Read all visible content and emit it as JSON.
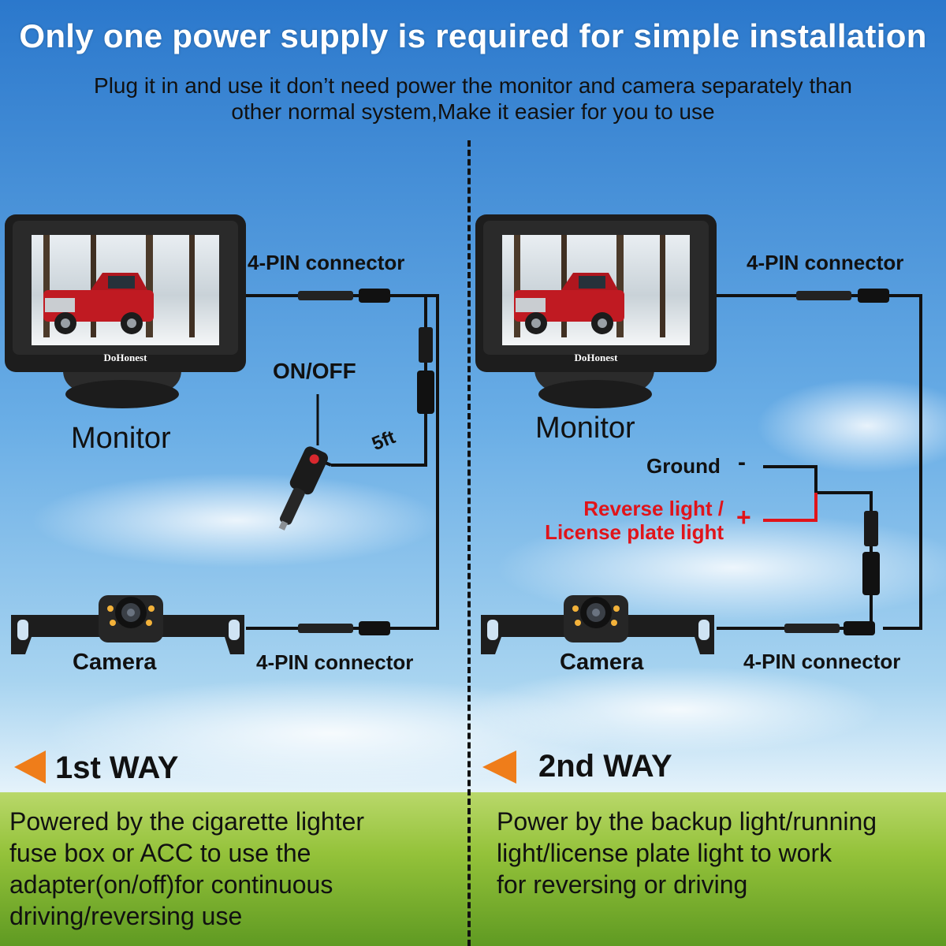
{
  "header": {
    "headline": "Only one power supply is required for simple installation",
    "subtitle_line1": "Plug it in and use it don’t need power the monitor and camera separately than",
    "subtitle_line2": "other normal system,Make it easier for you to use"
  },
  "brand": "DoHonest",
  "colors": {
    "sky_top": "#2f7fd0",
    "sky_mid": "#8fc6ea",
    "grass": "#9cc63c",
    "accent_orange": "#ef7d1a",
    "wire": "#111111",
    "positive_wire": "#e0141a"
  },
  "left_panel": {
    "monitor_label": "Monitor",
    "connector_top": "4-PIN connector",
    "switch_label": "ON/OFF",
    "cable_length": "5ft",
    "camera_label": "Camera",
    "connector_bottom": "4-PIN connector",
    "way_title": "1st WAY",
    "description": [
      "Powered by the cigarette lighter",
      "fuse box or ACC to use the",
      "adapter(on/off)for continuous",
      "driving/reversing use"
    ],
    "arrow_icon": "triangle-left-icon"
  },
  "right_panel": {
    "monitor_label": "Monitor",
    "connector_top": "4-PIN connector",
    "ground_label": "Ground",
    "ground_sign": "-",
    "reverse_label_line1": "Reverse light /",
    "reverse_label_line2": "License plate light",
    "positive_sign": "+",
    "camera_label": "Camera",
    "connector_bottom": "4-PIN connector",
    "way_title": "2nd WAY",
    "description": [
      "Power by the backup light/running",
      "light/license plate light to work",
      "for reversing or driving"
    ],
    "arrow_icon": "triangle-left-icon"
  }
}
